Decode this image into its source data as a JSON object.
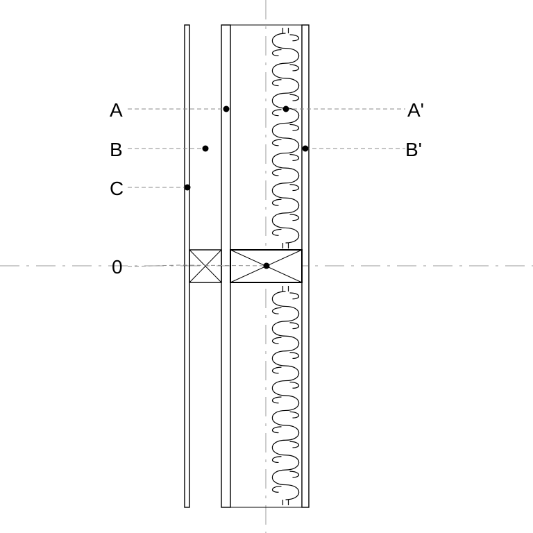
{
  "labels": {
    "A": "A",
    "A_prime": "A'",
    "B": "B",
    "B_prime": "B'",
    "C": "C",
    "zero": "0"
  }
}
